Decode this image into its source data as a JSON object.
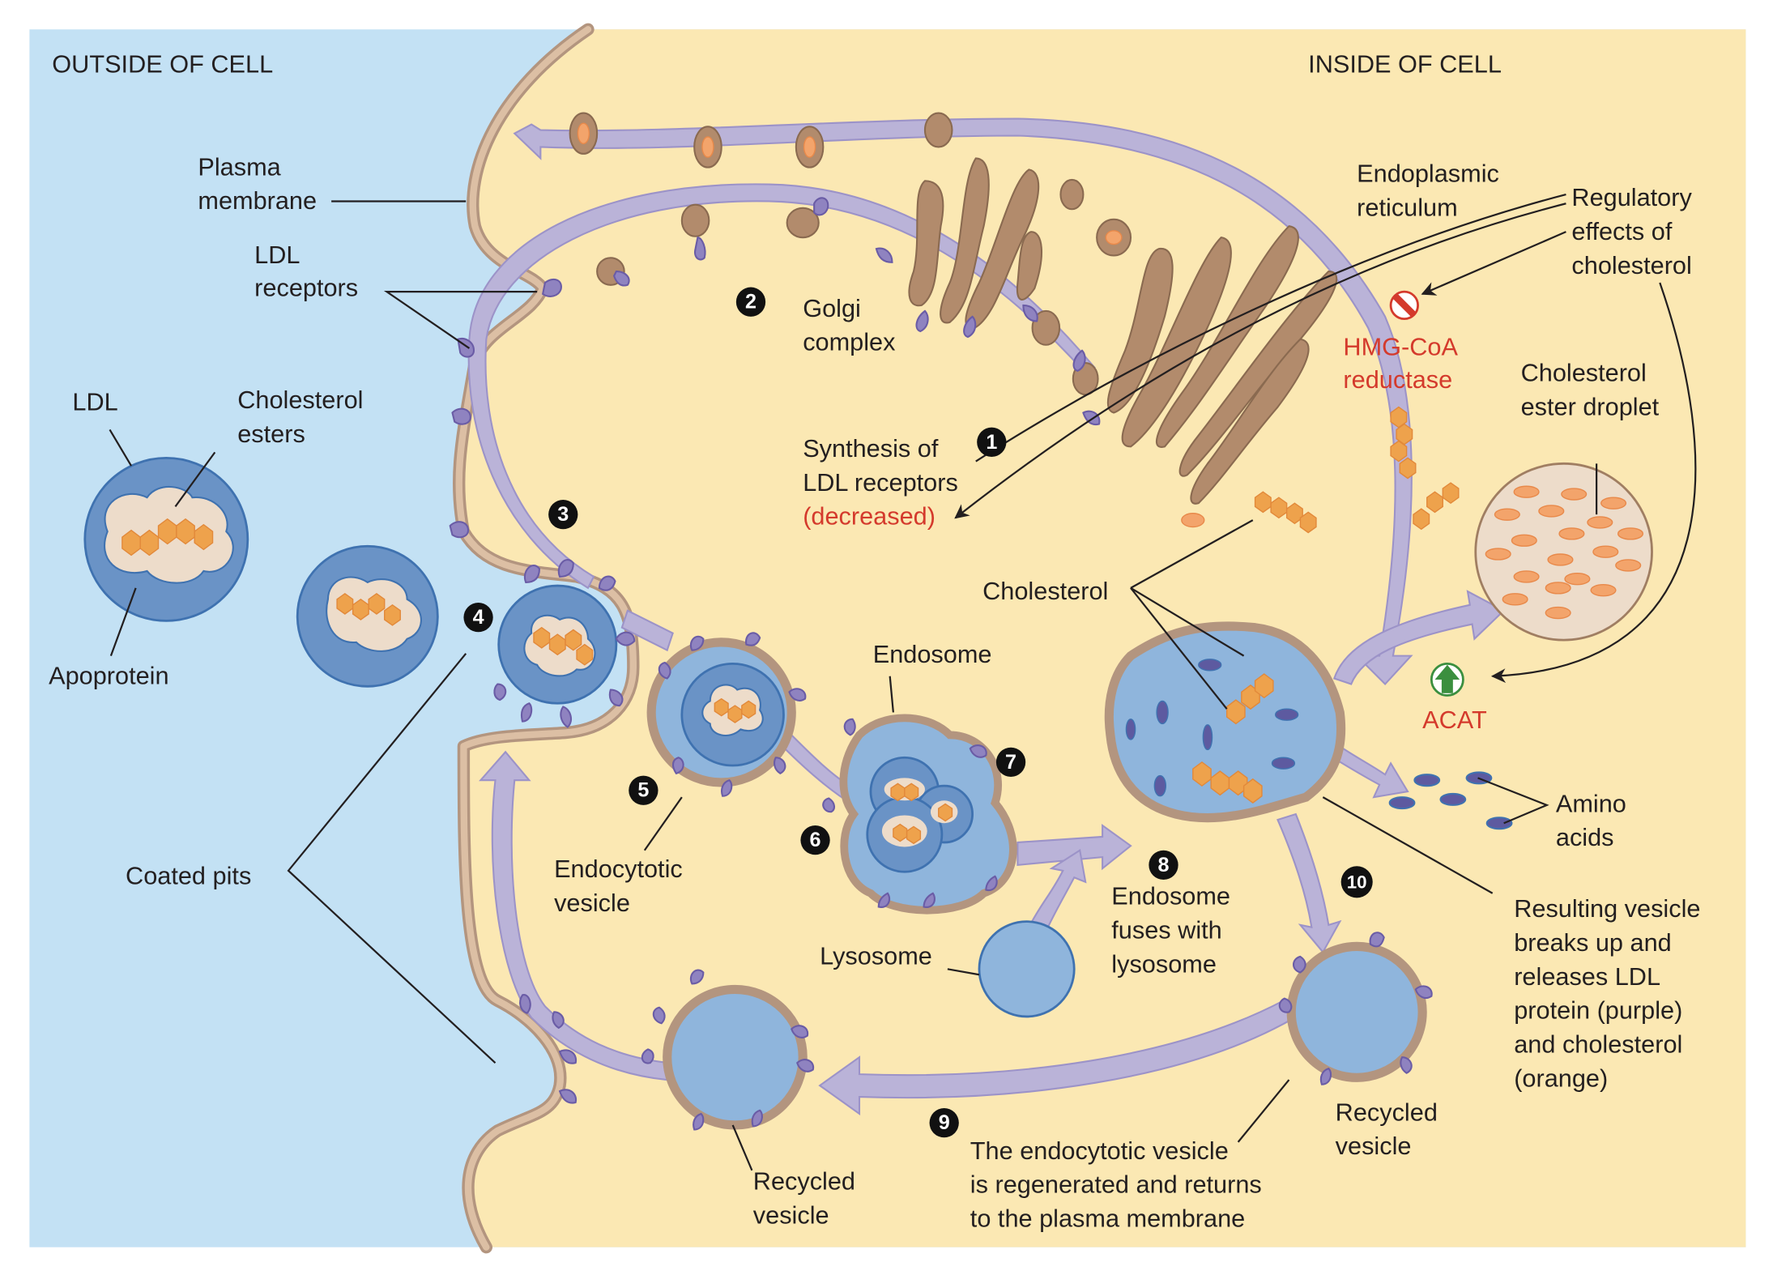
{
  "regions": {
    "outside": "OUTSIDE OF CELL",
    "inside": "INSIDE OF CELL"
  },
  "labels": {
    "plasma_membrane_1": "Plasma",
    "plasma_membrane_2": "membrane",
    "ldl_receptors_1": "LDL",
    "ldl_receptors_2": "receptors",
    "ldl": "LDL",
    "cholesterol_esters_1": "Cholesterol",
    "cholesterol_esters_2": "esters",
    "apoprotein": "Apoprotein",
    "coated_pits": "Coated pits",
    "golgi_1": "Golgi",
    "golgi_2": "complex",
    "er_1": "Endoplasmic",
    "er_2": "reticulum",
    "regulatory_1": "Regulatory",
    "regulatory_2": "effects of",
    "regulatory_3": "cholesterol",
    "hmg_1": "HMG-CoA",
    "hmg_2": "reductase",
    "synthesis_1": "Synthesis of",
    "synthesis_2": "LDL receptors",
    "synthesis_3": "(decreased)",
    "ester_droplet_1": "Cholesterol",
    "ester_droplet_2": "ester droplet",
    "cholesterol": "Cholesterol",
    "acat": "ACAT",
    "endosome": "Endosome",
    "endocytotic_vesicle_1": "Endocytotic",
    "endocytotic_vesicle_2": "vesicle",
    "amino_acids_1": "Amino",
    "amino_acids_2": "acids",
    "lysosome": "Lysosome",
    "endosome_fuses_1": "Endosome",
    "endosome_fuses_2": "fuses with",
    "endosome_fuses_3": "lysosome",
    "resulting_1": "Resulting vesicle",
    "resulting_2": "breaks up and",
    "resulting_3": "releases LDL",
    "resulting_4": "protein (purple)",
    "resulting_5": "and cholesterol",
    "resulting_6": "(orange)",
    "recycled_left_1": "Recycled",
    "recycled_left_2": "vesicle",
    "recycled_right_1": "Recycled",
    "recycled_right_2": "vesicle",
    "regenerated_1": "The endocytotic vesicle",
    "regenerated_2": "is regenerated and returns",
    "regenerated_3": "to the plasma membrane"
  },
  "steps": [
    "1",
    "2",
    "3",
    "4",
    "5",
    "6",
    "7",
    "8",
    "9",
    "10"
  ],
  "icons": {
    "inhibit": "inhibit-icon",
    "stimulate": "up-arrow-icon"
  },
  "colors": {
    "outside_bg": "#c3e1f4",
    "inside_bg": "#fbe8b3",
    "regulation_text": "#d43a2c",
    "stimulate_icon": "#3b8f3f",
    "ldl_particle": "#6a93c6",
    "vesicle_fill": "#8fb5dc",
    "receptor": "#8f83c0",
    "cholesterol": "#eea24c"
  }
}
